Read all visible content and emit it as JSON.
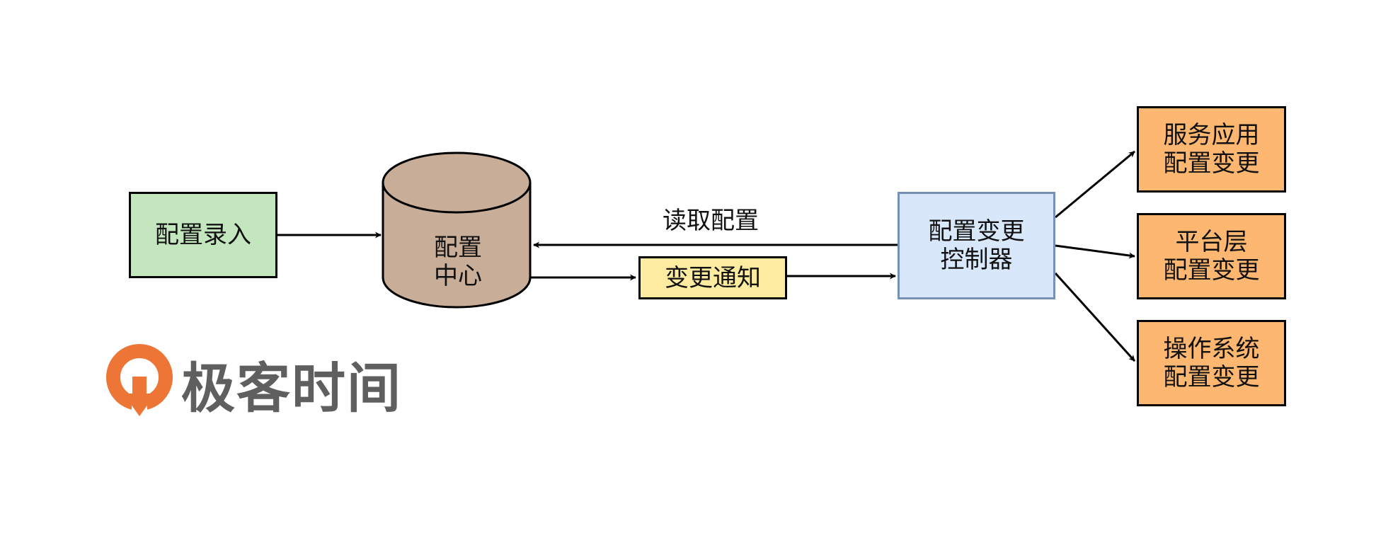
{
  "diagram": {
    "config_input": "配置录入",
    "config_center": [
      "配置",
      "中心"
    ],
    "read_config": "读取配置",
    "change_notice": "变更通知",
    "controller": [
      "配置变更",
      "控制器"
    ],
    "outputs": {
      "service_app": [
        "服务应用",
        "配置变更"
      ],
      "platform_layer": [
        "平台层",
        "配置变更"
      ],
      "os": [
        "操作系统",
        "配置变更"
      ]
    }
  },
  "logo": {
    "text": "极客时间"
  },
  "colors": {
    "input_fill": "#c3e6bf",
    "db_fill": "#c8ad98",
    "notice_fill": "#fdec9f",
    "controller_fill": "#d9e7fa",
    "controller_border": "#7590b4",
    "output_fill": "#fdb770",
    "logo_accent": "#ed7636",
    "logo_text": "#5f5f5f"
  },
  "icons": {
    "logo": "geektime-logo-icon",
    "database": "cylinder-database-icon"
  }
}
